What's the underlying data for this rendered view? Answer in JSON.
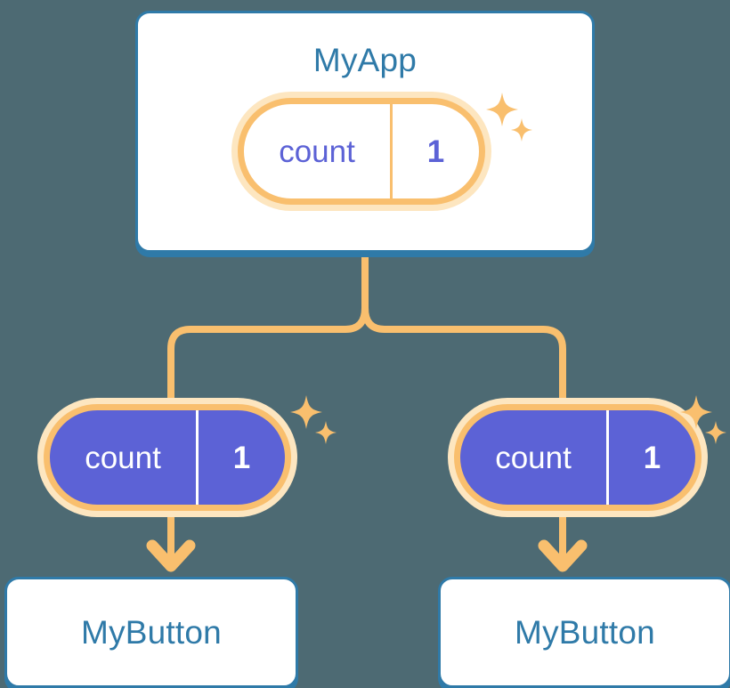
{
  "diagram": {
    "type": "component-tree",
    "background_color": "#4d6a73",
    "accent_blue": "#2f7aa8",
    "accent_orange": "#f9bf6e",
    "accent_orange_halo": "#fde6c0",
    "accent_purple": "#5c62d6",
    "card_bg": "#ffffff"
  },
  "root": {
    "title": "MyApp",
    "state": {
      "key": "count",
      "value": "1"
    }
  },
  "branches": [
    {
      "state": {
        "key": "count",
        "value": "1"
      },
      "card": {
        "title": "MyButton"
      }
    },
    {
      "state": {
        "key": "count",
        "value": "1"
      },
      "card": {
        "title": "MyButton"
      }
    }
  ],
  "icons": {
    "sparkle": "sparkle-icon",
    "arrow": "arrow-down-icon"
  }
}
